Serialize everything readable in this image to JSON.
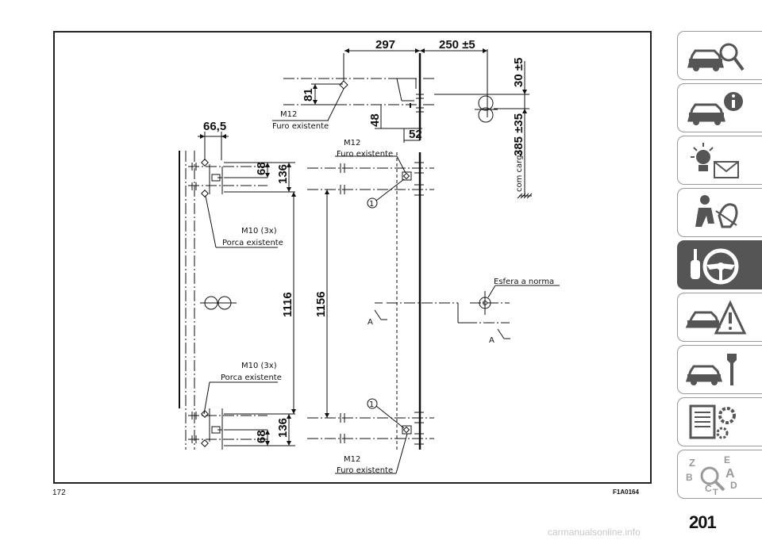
{
  "page": {
    "page_ref": "172",
    "figure_code": "F1A0164",
    "page_number": "201",
    "watermark": "carmanualsonline.info"
  },
  "labels": {
    "m12": "M12",
    "furo_existente": "Furo existente",
    "m10_3x": "M10 (3x)",
    "porca_existente": "Porca existente",
    "esfera_a_norma": "Esfera a norma",
    "com_carga": "com carga",
    "section_a": "A",
    "callout_1": "1"
  },
  "dimensions": {
    "d297": "297",
    "d250": "250 ±5",
    "d30": "30 ±5",
    "d81": "81",
    "d48": "48",
    "d52": "52",
    "d385": "385 ±35",
    "d66": "66,5",
    "d68": "68",
    "d136": "136",
    "d1116": "1116",
    "d1156": "1156"
  },
  "tabs": [
    {
      "icon": "car-search-icon",
      "active": false
    },
    {
      "icon": "car-info-icon",
      "active": false
    },
    {
      "icon": "warning-light-mail-icon",
      "active": false
    },
    {
      "icon": "airbag-person-icon",
      "active": false
    },
    {
      "icon": "key-steering-wheel-icon",
      "active": true
    },
    {
      "icon": "car-crash-warning-icon",
      "active": false
    },
    {
      "icon": "car-wrench-icon",
      "active": false
    },
    {
      "icon": "spec-sheet-gear-icon",
      "active": false
    },
    {
      "icon": "alphabet-index-icon",
      "active": false
    }
  ],
  "colors": {
    "line": "#111111",
    "active_tab": "#555555",
    "tab_border": "#9a9a9a",
    "watermark": "#c8c8c8"
  }
}
